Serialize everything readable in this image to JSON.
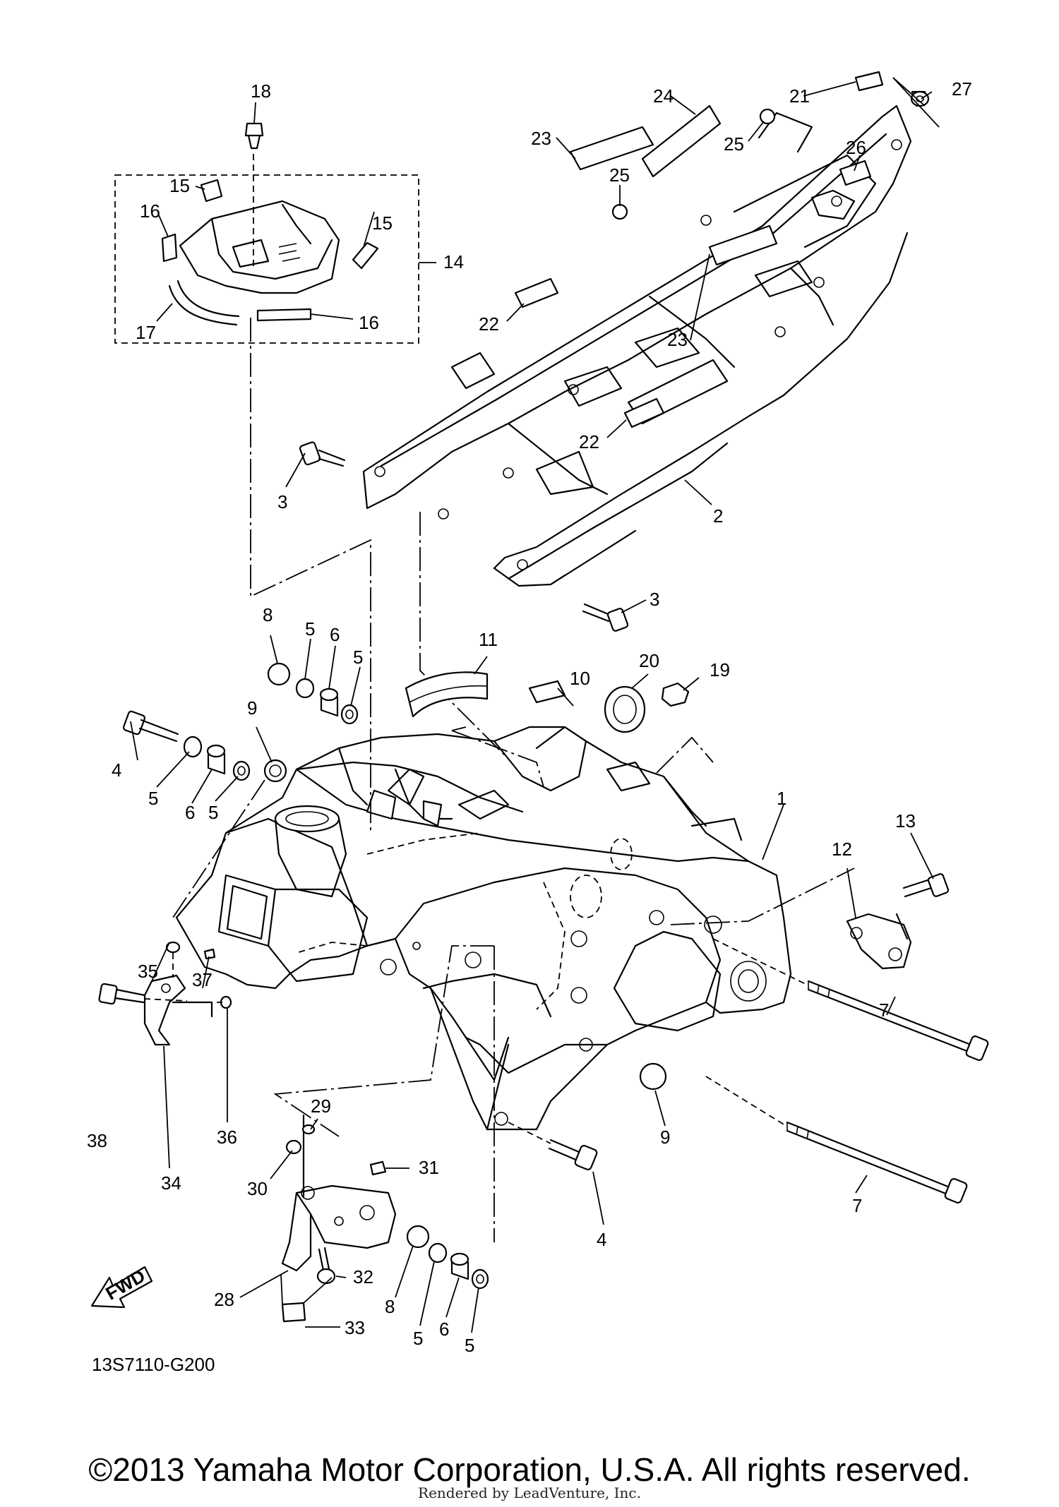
{
  "diagram": {
    "part_code": "13S7110-G200",
    "fwd_label": "FWD",
    "copyright": "©2013 Yamaha Motor Corporation, U.S.A. All rights reserved.",
    "rendered_by": "Rendered by LeadVenture, Inc."
  },
  "callouts": {
    "c1": "1",
    "c2": "2",
    "c3a": "3",
    "c3b": "3",
    "c4a": "4",
    "c4b": "4",
    "c5a": "5",
    "c5b": "5",
    "c5c": "5",
    "c5d": "5",
    "c5e": "5",
    "c5f": "5",
    "c6a": "6",
    "c6b": "6",
    "c6c": "6",
    "c7a": "7",
    "c7b": "7",
    "c8a": "8",
    "c8b": "8",
    "c9a": "9",
    "c9b": "9",
    "c10": "10",
    "c11": "11",
    "c12": "12",
    "c13": "13",
    "c14": "14",
    "c15a": "15",
    "c15b": "15",
    "c16a": "16",
    "c16b": "16",
    "c17": "17",
    "c18": "18",
    "c19": "19",
    "c20": "20",
    "c21": "21",
    "c22a": "22",
    "c22b": "22",
    "c23a": "23",
    "c23b": "23",
    "c24": "24",
    "c25a": "25",
    "c25b": "25",
    "c26": "26",
    "c27": "27",
    "c28": "28",
    "c29": "29",
    "c30": "30",
    "c31": "31",
    "c32": "32",
    "c33": "33",
    "c34": "34",
    "c35": "35",
    "c36": "36",
    "c37": "37",
    "c38": "38"
  }
}
